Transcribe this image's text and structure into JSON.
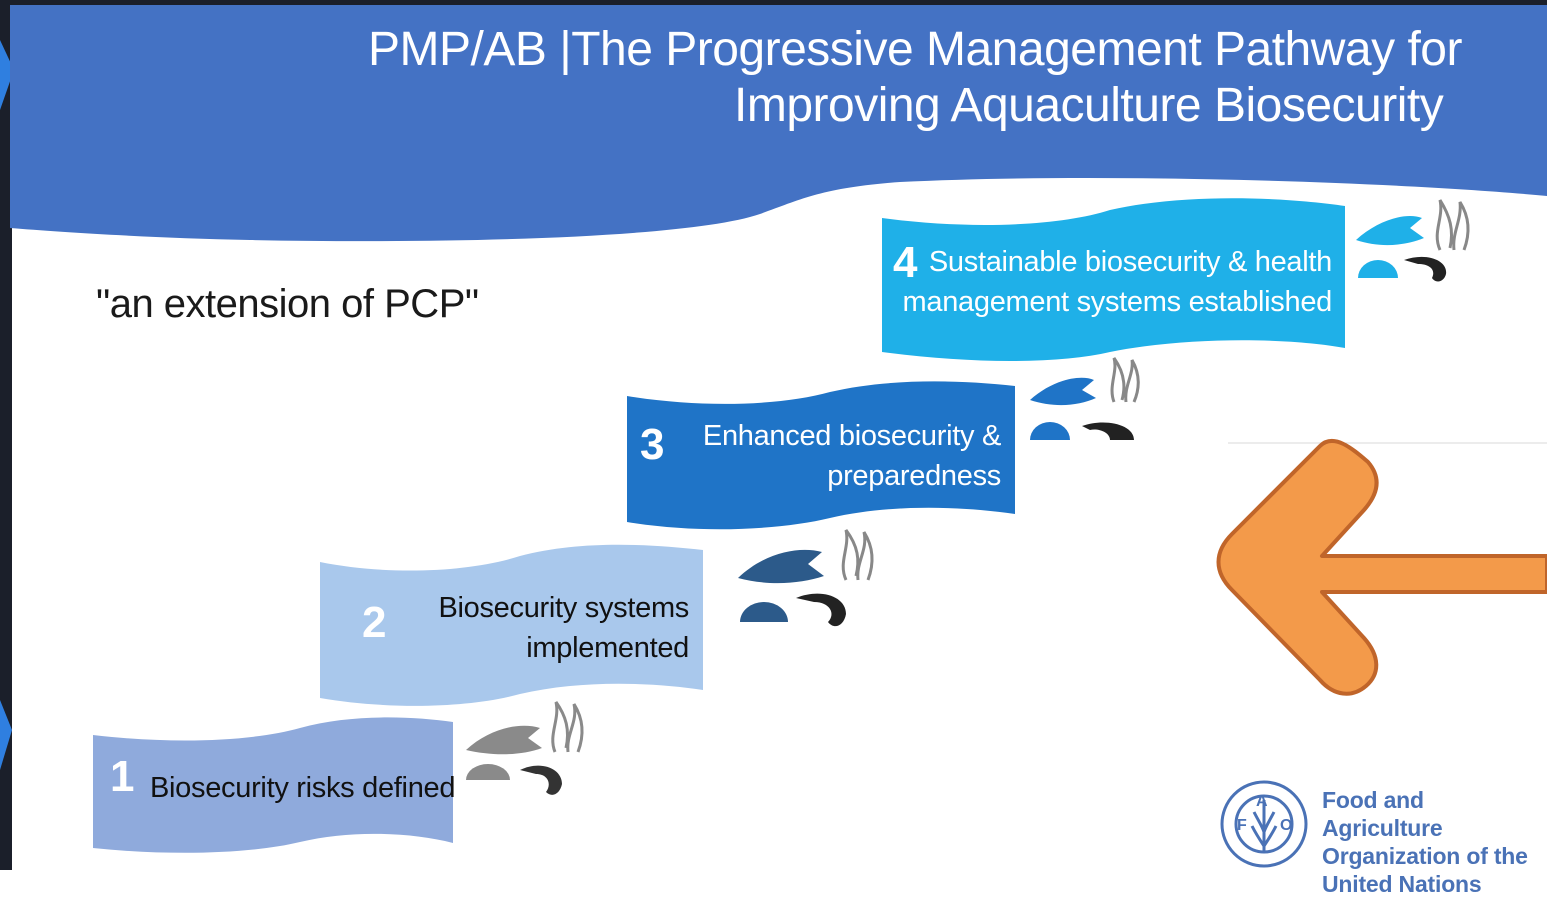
{
  "header": {
    "title_line1": "PMP/AB  |The Progressive Management Pathway for",
    "title_line2": "Improving Aquaculture Biosecurity"
  },
  "subtitle": "\"an extension of PCP\"",
  "steps": [
    {
      "number": "1",
      "label_lines": [
        "Biosecurity risks defined"
      ]
    },
    {
      "number": "2",
      "label_lines": [
        "Biosecurity systems",
        "implemented"
      ]
    },
    {
      "number": "3",
      "label_lines": [
        "Enhanced biosecurity &",
        "preparedness"
      ]
    },
    {
      "number": "4",
      "label_lines": [
        "Sustainable biosecurity & health",
        "management systems established"
      ]
    }
  ],
  "icons": [
    "fish-icon",
    "seaweed-icon",
    "shell-icon",
    "shrimp-icon",
    "arrow-left-icon",
    "fao-logo-icon"
  ],
  "logo": {
    "lines": [
      "Food and Agriculture",
      "Organization of the",
      "United Nations"
    ]
  },
  "colors": {
    "header_blue": "#4472c4",
    "step1": "#8faadc",
    "step2": "#a9c8ec",
    "step3": "#1f74c7",
    "step4": "#1fb0e8",
    "arrow": "#f39a4a",
    "arrow_outline": "#c0652a",
    "fao": "#4a72b6"
  }
}
